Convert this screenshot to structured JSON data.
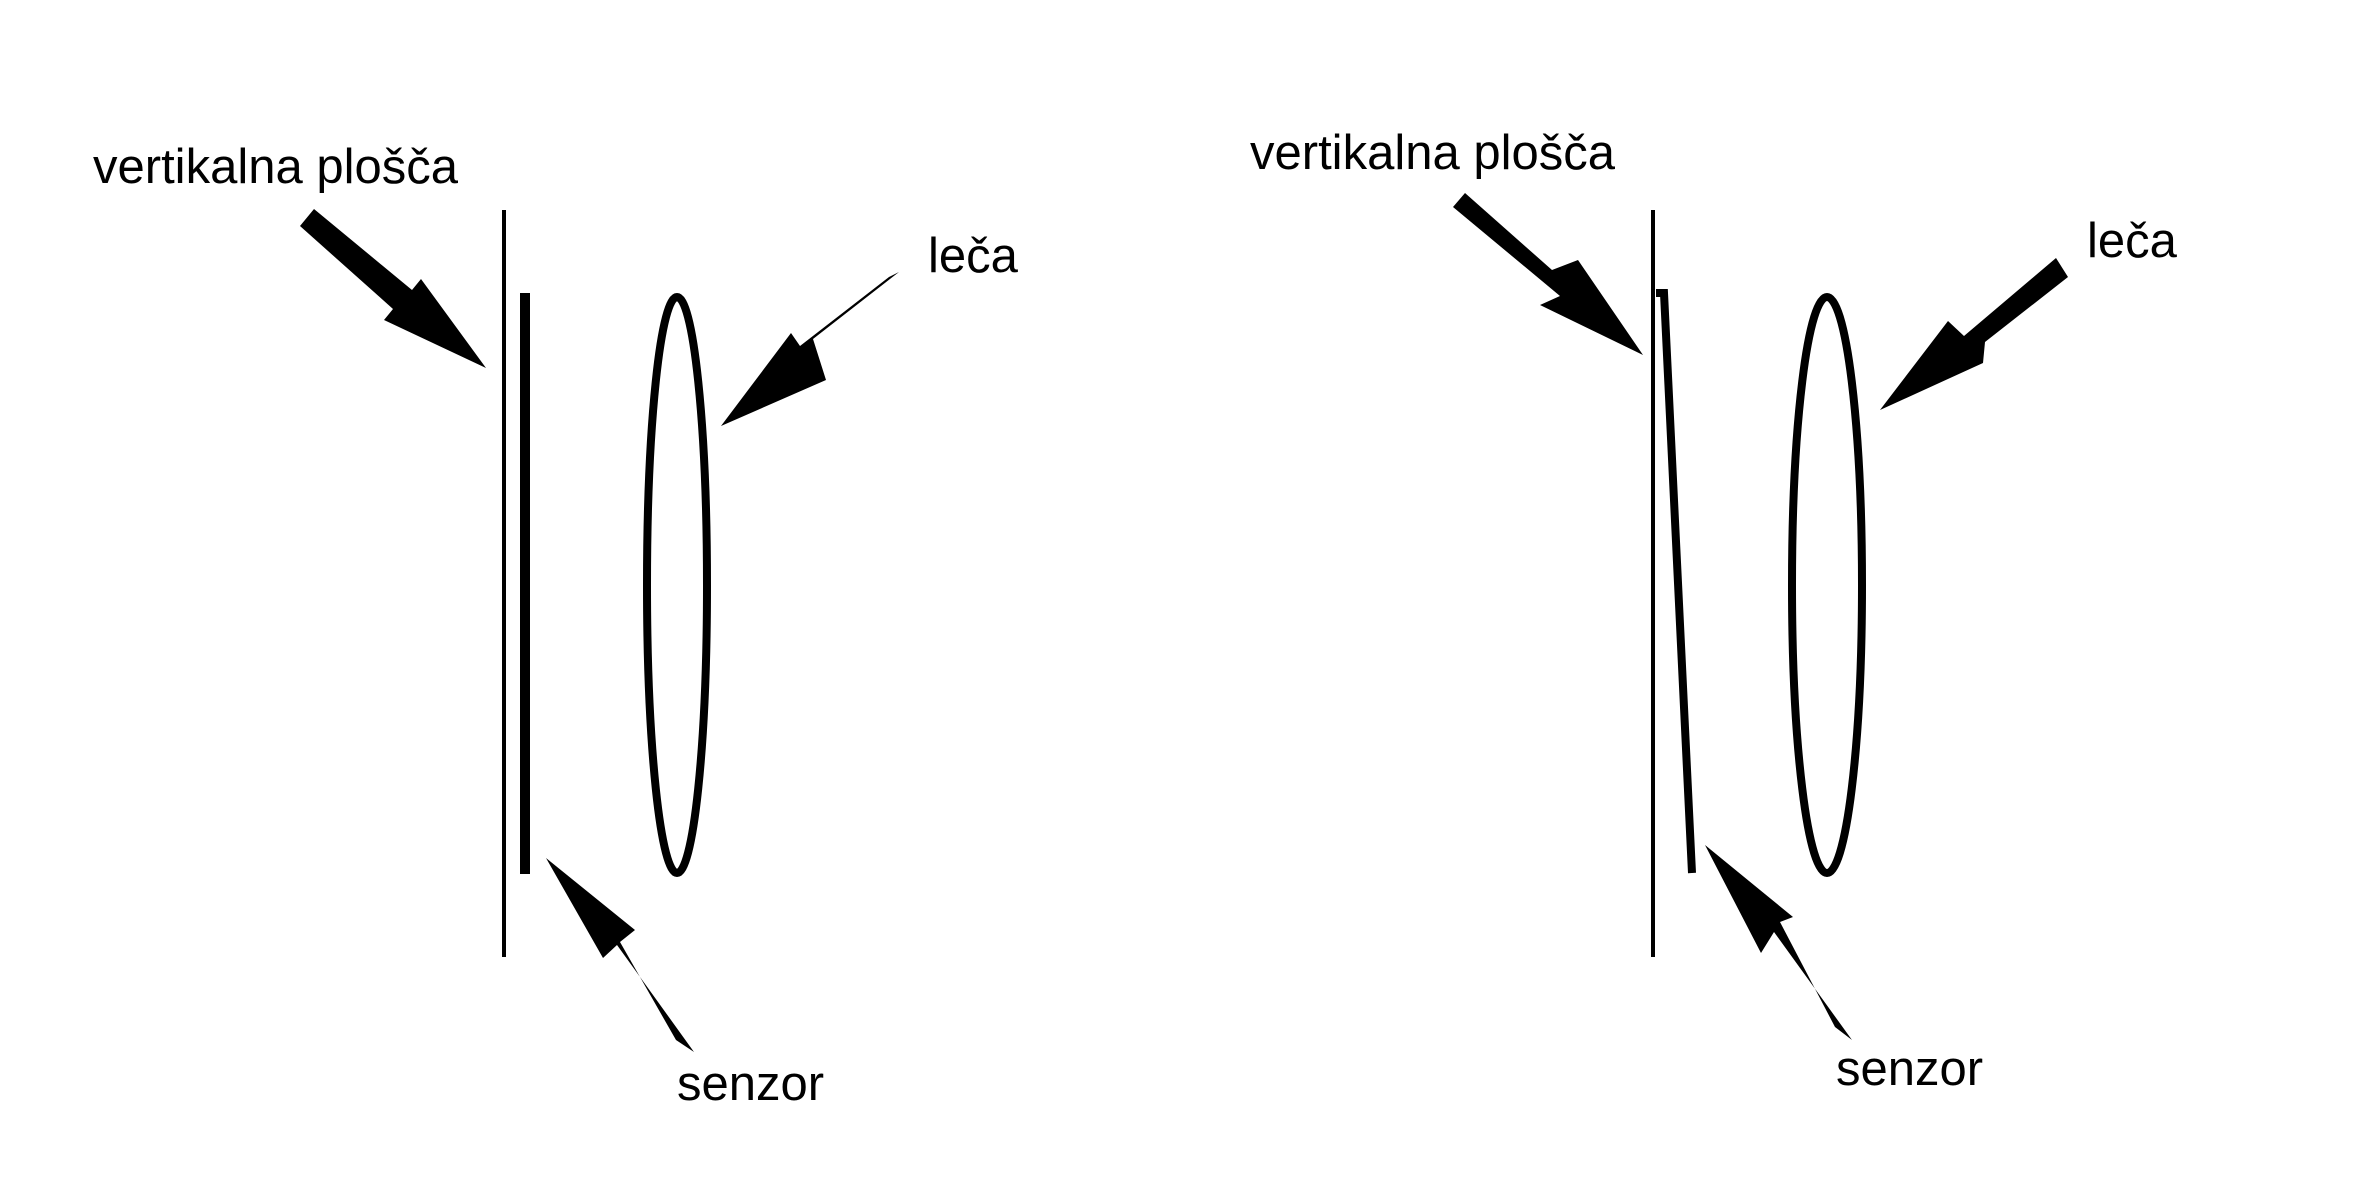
{
  "panels": [
    {
      "id": "aligned",
      "labels": {
        "plate": "vertikalna plošča",
        "lens": "leča",
        "sensor": "senzor"
      }
    },
    {
      "id": "tilted",
      "labels": {
        "plate": "vertikalna plošča",
        "lens": "leča",
        "sensor": "senzor"
      }
    }
  ],
  "colors": {
    "ink": "#000000",
    "background": "#ffffff"
  }
}
